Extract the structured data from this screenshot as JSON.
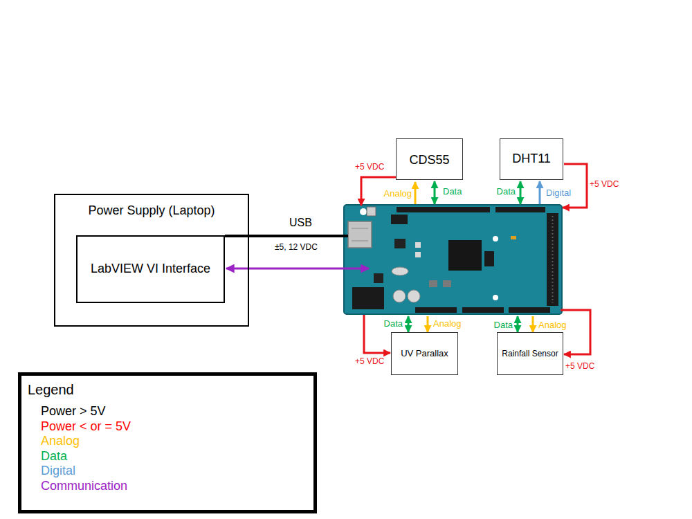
{
  "diagram": {
    "nodes": [
      {
        "text": [
          "Power Supply (Laptop)"
        ]
      },
      {
        "text": [
          "LabVIEW VI Interface"
        ],
        "in": 0
      },
      {
        "text": [
          "CDS55"
        ]
      },
      {
        "text": [
          "DHT11"
        ]
      },
      {
        "text": [
          "UV Parallax"
        ]
      },
      {
        "text": [
          "Rainfall Sensor"
        ]
      },
      {
        "text": [
          "Legend"
        ]
      }
    ],
    "labels": [
      "+5 VDC",
      "Analog",
      "Data",
      "Data",
      "Digital",
      "+5 VDC",
      "USB",
      "±5, 12 VDC",
      "Data",
      "Analog",
      "+5 VDC",
      "Data",
      "Analog",
      "+5 VDC"
    ],
    "legend": [
      {
        "text": "Power > 5V",
        "color": "#000000"
      },
      {
        "text": "Power < or = 5V",
        "color": "#ff0000"
      },
      {
        "text": "Analog",
        "color": "#ffc000"
      },
      {
        "text": "Data",
        "color": "#00b050"
      },
      {
        "text": "Digital",
        "color": "#5b9bd5"
      },
      {
        "text": "Communication",
        "color": "#9b22c4"
      }
    ]
  }
}
